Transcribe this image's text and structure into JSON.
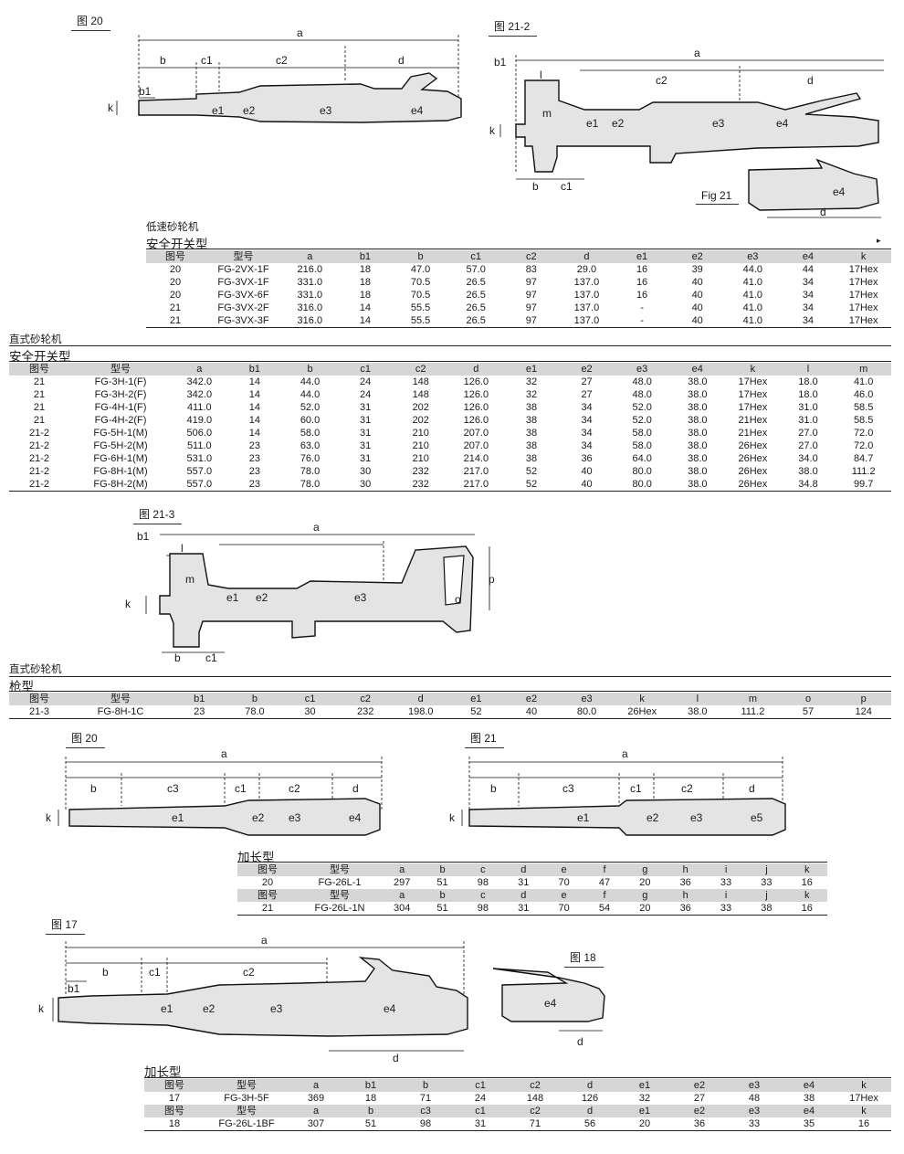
{
  "figures": {
    "f20a": "图 20",
    "f21_2": "图 21-2",
    "fig21": "Fig 21",
    "f21_3": "图 21-3",
    "f20b": "图 20",
    "f21b": "图 21",
    "f17": "图 17",
    "f18": "图 18"
  },
  "dimension_labels": {
    "a": "a",
    "b": "b",
    "b1": "b1",
    "c1": "c1",
    "c2": "c2",
    "c3": "c3",
    "d": "d",
    "e1": "e1",
    "e2": "e2",
    "e3": "e3",
    "e4": "e4",
    "e5": "e5",
    "k": "k",
    "l": "l",
    "m": "m",
    "o": "o",
    "p": "p"
  },
  "sections": {
    "s1_small": "低速砂轮机",
    "s1_big": "安全开关型",
    "s1_arrow": "▸",
    "s2_small": "直式砂轮机",
    "s2_big": "安全开关型",
    "s3_small": "直式砂轮机",
    "s3_big": "枪型",
    "s4_big": "加长型",
    "s5_big": "加长型"
  },
  "table1": {
    "header": [
      "图号",
      "型号",
      "a",
      "b1",
      "b",
      "c1",
      "c2",
      "d",
      "e1",
      "e2",
      "e3",
      "e4",
      "k"
    ],
    "rows": [
      [
        "20",
        "FG-2VX-1F",
        "216.0",
        "18",
        "47.0",
        "57.0",
        "83",
        "29.0",
        "16",
        "39",
        "44.0",
        "44",
        "17Hex"
      ],
      [
        "20",
        "FG-3VX-1F",
        "331.0",
        "18",
        "70.5",
        "26.5",
        "97",
        "137.0",
        "16",
        "40",
        "41.0",
        "34",
        "17Hex"
      ],
      [
        "20",
        "FG-3VX-6F",
        "331.0",
        "18",
        "70.5",
        "26.5",
        "97",
        "137.0",
        "16",
        "40",
        "41.0",
        "34",
        "17Hex"
      ],
      [
        "21",
        "FG-3VX-2F",
        "316.0",
        "14",
        "55.5",
        "26.5",
        "97",
        "137.0",
        "-",
        "40",
        "41.0",
        "34",
        "17Hex"
      ],
      [
        "21",
        "FG-3VX-3F",
        "316.0",
        "14",
        "55.5",
        "26.5",
        "97",
        "137.0",
        "-",
        "40",
        "41.0",
        "34",
        "17Hex"
      ]
    ]
  },
  "table2": {
    "header": [
      "图号",
      "型号",
      "a",
      "b1",
      "b",
      "c1",
      "c2",
      "d",
      "e1",
      "e2",
      "e3",
      "e4",
      "k",
      "l",
      "m"
    ],
    "rows": [
      [
        "21",
        "FG-3H-1(F)",
        "342.0",
        "14",
        "44.0",
        "24",
        "148",
        "126.0",
        "32",
        "27",
        "48.0",
        "38.0",
        "17Hex",
        "18.0",
        "41.0"
      ],
      [
        "21",
        "FG-3H-2(F)",
        "342.0",
        "14",
        "44.0",
        "24",
        "148",
        "126.0",
        "32",
        "27",
        "48.0",
        "38.0",
        "17Hex",
        "18.0",
        "46.0"
      ],
      [
        "21",
        "FG-4H-1(F)",
        "411.0",
        "14",
        "52.0",
        "31",
        "202",
        "126.0",
        "38",
        "34",
        "52.0",
        "38.0",
        "17Hex",
        "31.0",
        "58.5"
      ],
      [
        "21",
        "FG-4H-2(F)",
        "419.0",
        "14",
        "60.0",
        "31",
        "202",
        "126.0",
        "38",
        "34",
        "52.0",
        "38.0",
        "21Hex",
        "31.0",
        "58.5"
      ],
      [
        "21-2",
        "FG-5H-1(M)",
        "506.0",
        "14",
        "58.0",
        "31",
        "210",
        "207.0",
        "38",
        "34",
        "58.0",
        "38.0",
        "21Hex",
        "27.0",
        "72.0"
      ],
      [
        "21-2",
        "FG-5H-2(M)",
        "511.0",
        "23",
        "63.0",
        "31",
        "210",
        "207.0",
        "38",
        "34",
        "58.0",
        "38.0",
        "26Hex",
        "27.0",
        "72.0"
      ],
      [
        "21-2",
        "FG-6H-1(M)",
        "531.0",
        "23",
        "76.0",
        "31",
        "210",
        "214.0",
        "38",
        "36",
        "64.0",
        "38.0",
        "26Hex",
        "34.0",
        "84.7"
      ],
      [
        "21-2",
        "FG-8H-1(M)",
        "557.0",
        "23",
        "78.0",
        "30",
        "232",
        "217.0",
        "52",
        "40",
        "80.0",
        "38.0",
        "26Hex",
        "38.0",
        "111.2"
      ],
      [
        "21-2",
        "FG-8H-2(M)",
        "557.0",
        "23",
        "78.0",
        "30",
        "232",
        "217.0",
        "52",
        "40",
        "80.0",
        "38.0",
        "26Hex",
        "34.8",
        "99.7"
      ]
    ]
  },
  "table3": {
    "header": [
      "图号",
      "型号",
      "b1",
      "b",
      "c1",
      "c2",
      "d",
      "e1",
      "e2",
      "e3",
      "k",
      "l",
      "m",
      "o",
      "p"
    ],
    "rows": [
      [
        "21-3",
        "FG-8H-1C",
        "23",
        "78.0",
        "30",
        "232",
        "198.0",
        "52",
        "40",
        "80.0",
        "26Hex",
        "38.0",
        "111.2",
        "57",
        "124"
      ]
    ]
  },
  "table4": {
    "header1": [
      "图号",
      "型号",
      "a",
      "b",
      "c",
      "d",
      "e",
      "f",
      "g",
      "h",
      "i",
      "j",
      "k"
    ],
    "row1": [
      "20",
      "FG-26L-1",
      "297",
      "51",
      "98",
      "31",
      "70",
      "47",
      "20",
      "36",
      "33",
      "33",
      "16"
    ],
    "header2": [
      "图号",
      "型号",
      "a",
      "b",
      "c",
      "d",
      "e",
      "f",
      "g",
      "h",
      "i",
      "j",
      "k"
    ],
    "row2": [
      "21",
      "FG-26L-1N",
      "304",
      "51",
      "98",
      "31",
      "70",
      "54",
      "20",
      "36",
      "33",
      "38",
      "16"
    ]
  },
  "table5": {
    "header1": [
      "图号",
      "型号",
      "a",
      "b1",
      "b",
      "c1",
      "c2",
      "d",
      "e1",
      "e2",
      "e3",
      "e4",
      "k"
    ],
    "row1": [
      "17",
      "FG-3H-5F",
      "369",
      "18",
      "71",
      "24",
      "148",
      "126",
      "32",
      "27",
      "48",
      "38",
      "17Hex"
    ],
    "header2": [
      "图号",
      "型号",
      "a",
      "b",
      "c3",
      "c1",
      "c2",
      "d",
      "e1",
      "e2",
      "e3",
      "e4",
      "k"
    ],
    "row2": [
      "18",
      "FG-26L-1BF",
      "307",
      "51",
      "98",
      "31",
      "71",
      "56",
      "20",
      "36",
      "33",
      "35",
      "16"
    ]
  }
}
